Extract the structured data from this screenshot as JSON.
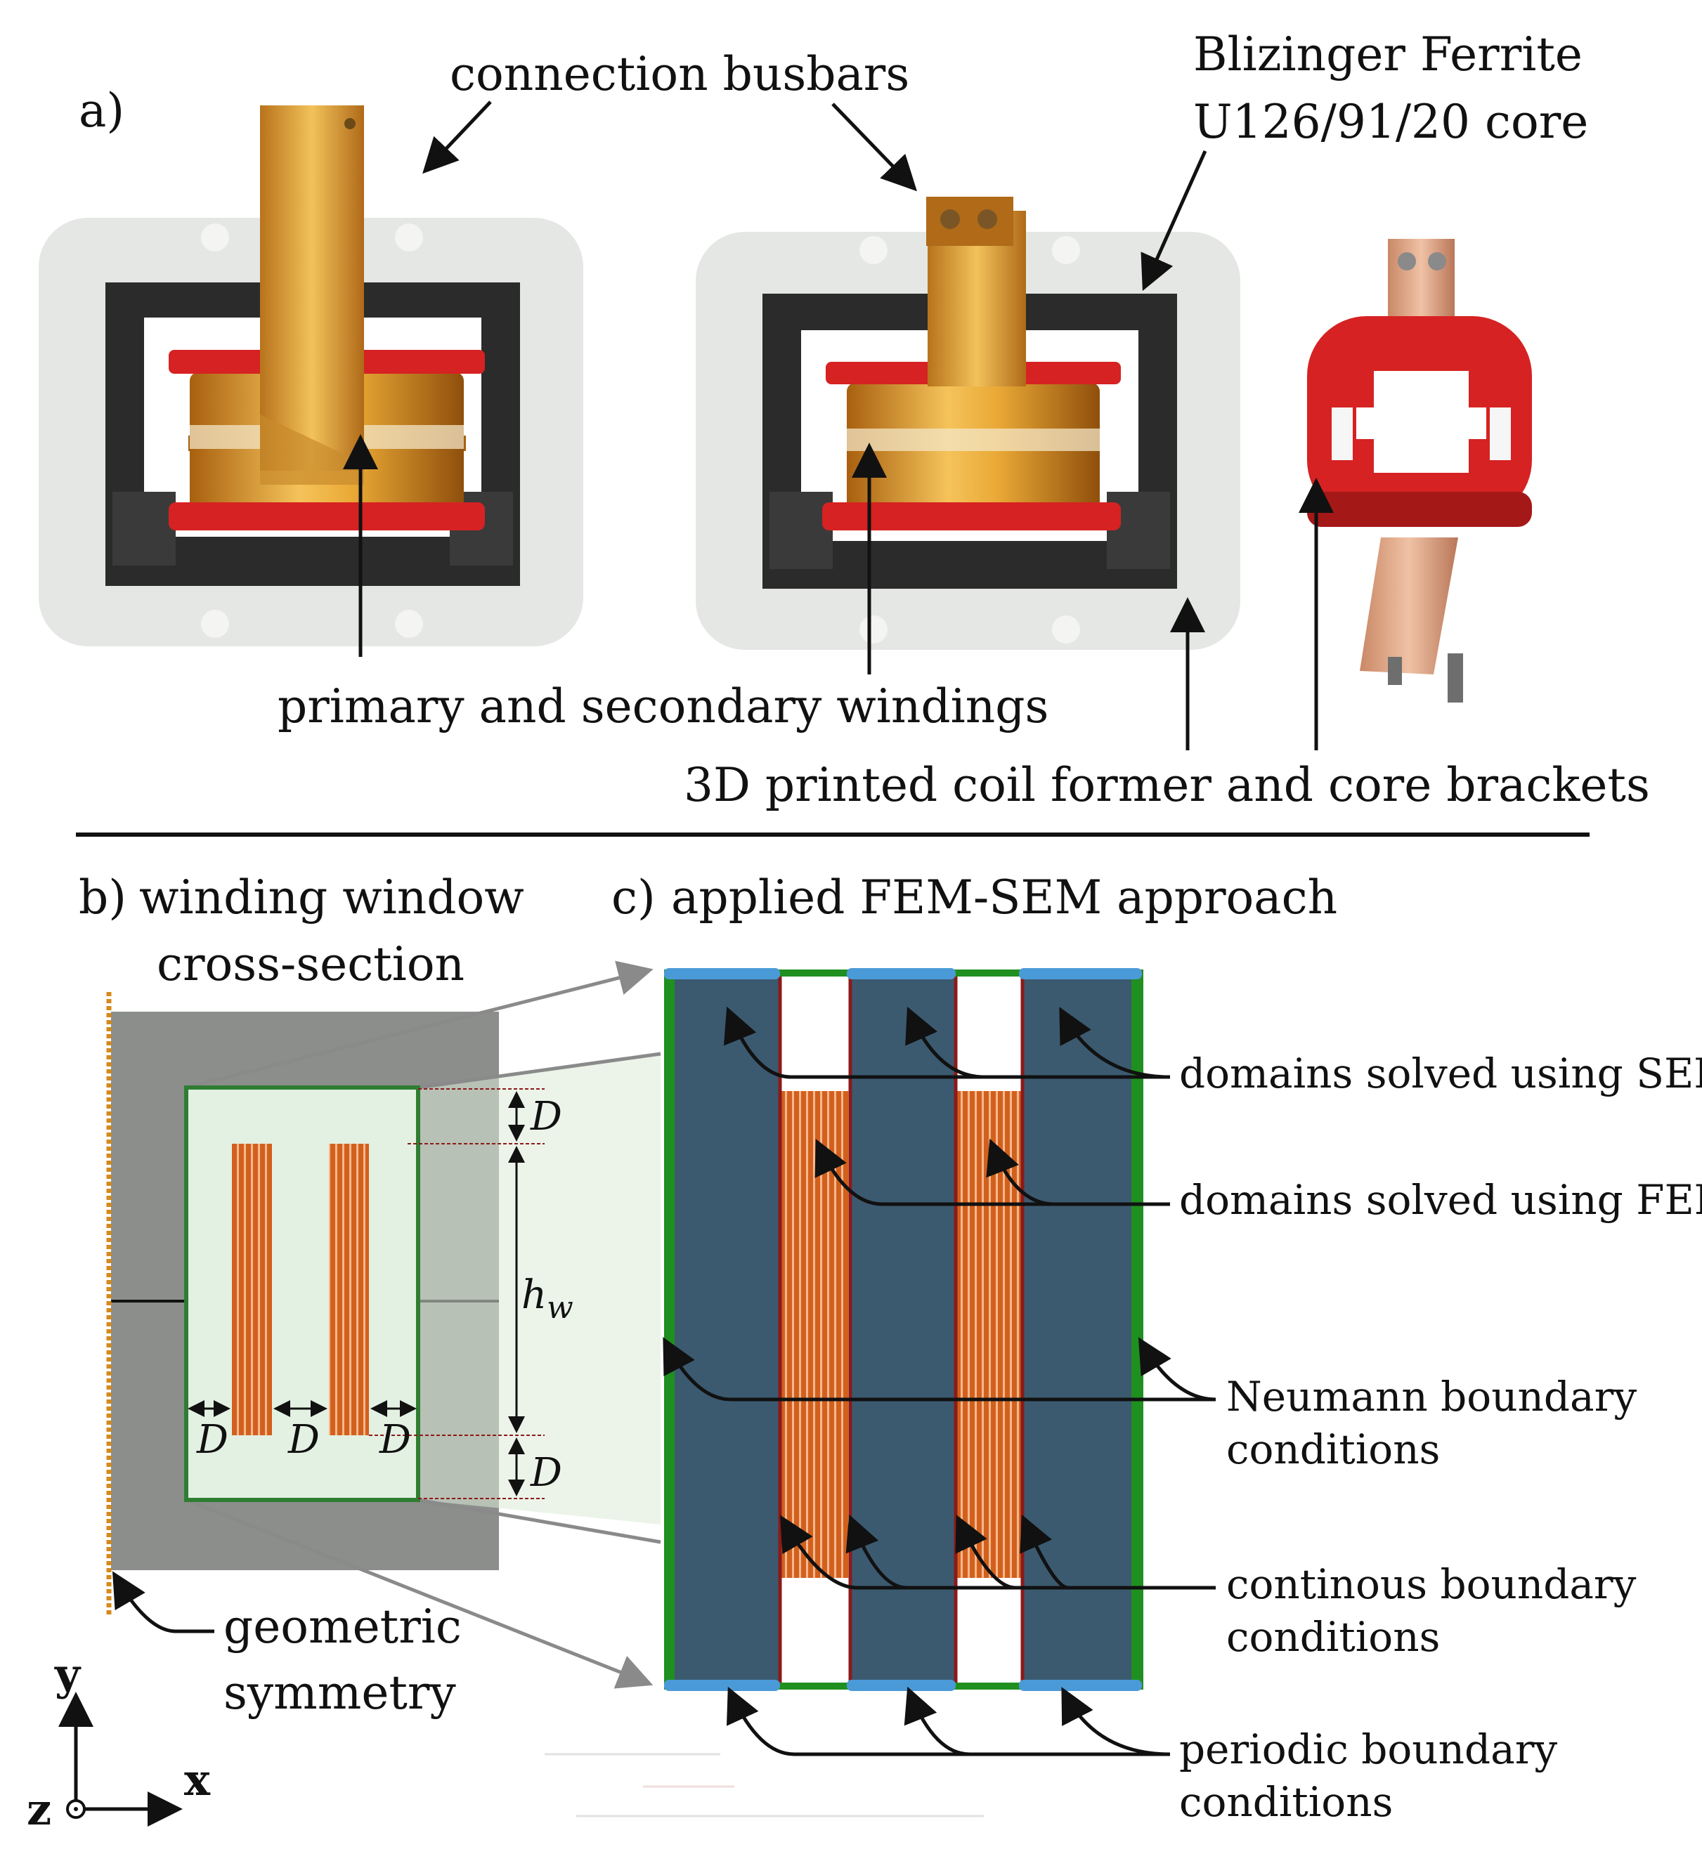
{
  "panel_a": {
    "tag": "a)",
    "labels": {
      "busbars": "connection busbars",
      "core_line1": "Blizinger Ferrite",
      "core_line2": "U126/91/20 core",
      "windings": "primary and secondary windings",
      "former": "3D printed coil former and core brackets"
    }
  },
  "panel_b": {
    "tag": "b)",
    "title_line1": "winding window",
    "title_line2": "cross-section",
    "dims": {
      "d": "D",
      "hw_base": "h",
      "hw_sub": "w"
    },
    "symmetry_line1": "geometric",
    "symmetry_line2": "symmetry"
  },
  "panel_c": {
    "tag": "c)",
    "title": "applied FEM-SEM approach",
    "labels": {
      "sem": "domains solved using SEM",
      "fem": "domains solved using FEM",
      "neumann_line1": "Neumann boundary",
      "neumann_line2": "conditions",
      "continuous_line1": "continous boundary",
      "continuous_line2": "conditions",
      "periodic_line1": "periodic boundary",
      "periodic_line2": "conditions"
    }
  },
  "axes": {
    "y": "y",
    "x": "x",
    "z": "z"
  },
  "colors": {
    "core_gray": "#8c8e8b",
    "window_fill": "#e3f1e2",
    "window_border": "#2e7d32",
    "conductor": "#d2601d",
    "sem_domain": "#3b5a70",
    "neumann": "#1f8f1f",
    "periodic": "#4a9ad8",
    "interface": "#8b1a1a",
    "ferrite": "#2b2b2b",
    "bracket": "#e5e7e4",
    "former_red": "#d62222",
    "copper_tape": "#d99a3a",
    "symmetry": "#d58a1a"
  }
}
